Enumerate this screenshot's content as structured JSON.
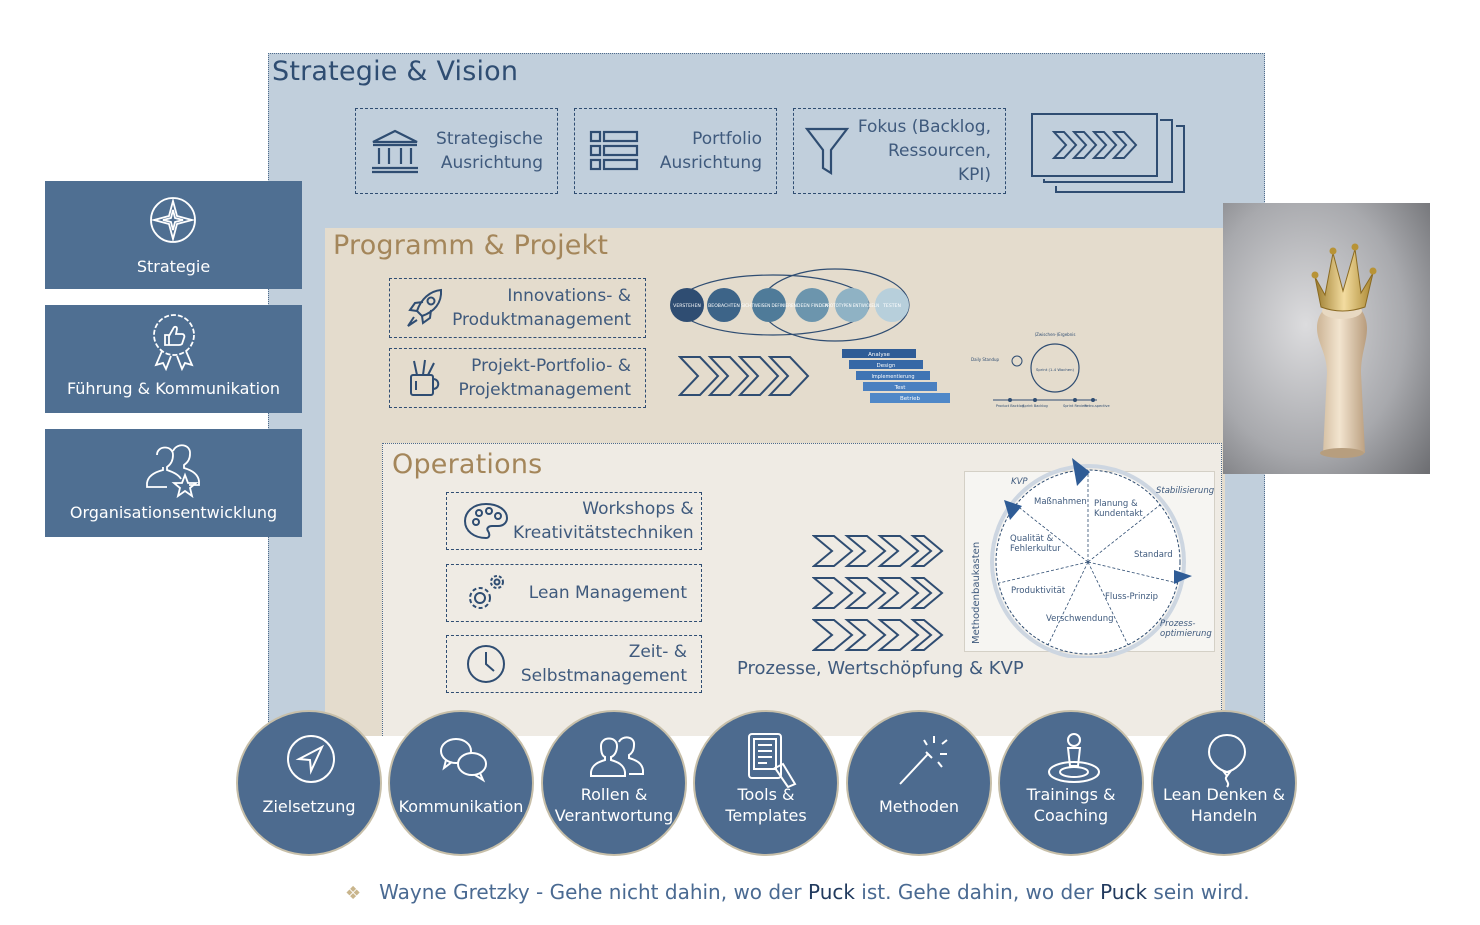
{
  "layers": {
    "strategy": {
      "title": "Strategie & Vision"
    },
    "program": {
      "title": "Programm & Projekt"
    },
    "operations": {
      "title": "Operations"
    }
  },
  "strategy_boxes": [
    {
      "label": "Strategische\nAusrichtung",
      "icon": "institution-icon"
    },
    {
      "label": "Portfolio\nAusrichtung",
      "icon": "list-icon"
    },
    {
      "label": "Fokus (Backlog,\nRessourcen, KPI)",
      "icon": "funnel-icon"
    }
  ],
  "program_boxes": [
    {
      "label": "Innovations- &\nProduktmanagement",
      "icon": "rocket-icon"
    },
    {
      "label": "Projekt-Portfolio- &\nProjektmanagement",
      "icon": "pencil-cup-icon"
    }
  ],
  "ops_boxes": [
    {
      "label": "Workshops &\nKreativitätstechniken",
      "icon": "palette-icon"
    },
    {
      "label": "Lean Management",
      "icon": "gears-icon"
    },
    {
      "label": "Zeit- &\nSelbstmanagement",
      "icon": "clock-icon"
    }
  ],
  "design_thinking": [
    "VERSTEHEN",
    "BEOBACHTEN",
    "SICHTWEISEN DEFINIEREN",
    "IDEEN FINDEN",
    "PROTOTYPEN ENTWICKELN",
    "TESTEN"
  ],
  "waterfall": [
    "Analyse",
    "Design",
    "Implementierung",
    "Test",
    "Betrieb"
  ],
  "scrum": {
    "top": "(Zwischen-)Ergebnis",
    "left": "Daily Standup",
    "center": "Sprint (1-4 Wochen)",
    "bottom": [
      "Product Backlog",
      "Sprint Backlog",
      "Sprint Review",
      "Retro-spective"
    ]
  },
  "wheel": {
    "segments": [
      "Maßnahmen",
      "Planung &\nKundentakt",
      "Standard",
      "Fluss-Prinzip",
      "Verschwendung",
      "Produktivität",
      "Qualität &\nFehlerkultur"
    ],
    "kvp": "KVP",
    "stabil": "Stabilisierung",
    "prozess": "Prozess-\noptimierung",
    "side": "Methodenbaukasten"
  },
  "ops_caption": "Prozesse, Wertschöpfung & KVP",
  "left_cards": [
    {
      "label": "Strategie",
      "icon": "compass-icon"
    },
    {
      "label": "Führung & Kommunikation",
      "icon": "thumbs-up-badge-icon"
    },
    {
      "label": "Organisationsentwicklung",
      "icon": "people-star-icon"
    }
  ],
  "circles": [
    {
      "label": "Zielsetzung",
      "icon": "navigation-icon"
    },
    {
      "label": "Kommunikation",
      "icon": "chat-icon"
    },
    {
      "label": "Rollen &\nVerantwortung",
      "icon": "users-icon"
    },
    {
      "label": "Tools &\nTemplates",
      "icon": "tablet-icon"
    },
    {
      "label": "Methoden",
      "icon": "magic-wand-icon"
    },
    {
      "label": "Trainings &\nCoaching",
      "icon": "target-person-icon"
    },
    {
      "label": "Lean Denken &\nHandeln",
      "icon": "balloon-icon"
    }
  ],
  "quote": {
    "pre": "Wayne Gretzky - Gehe nicht dahin, wo der ",
    "word1": "Puck",
    "mid": " ist. Gehe dahin, wo der ",
    "word2": "Puck",
    "post": " sein wird."
  },
  "colors": {
    "navy": "#2f4d72",
    "card": "#4f6f92",
    "strategy_bg": "#c1cfdc",
    "program_bg": "#e4dccd",
    "ops_bg": "#efebe4",
    "tan": "#a4865a"
  }
}
